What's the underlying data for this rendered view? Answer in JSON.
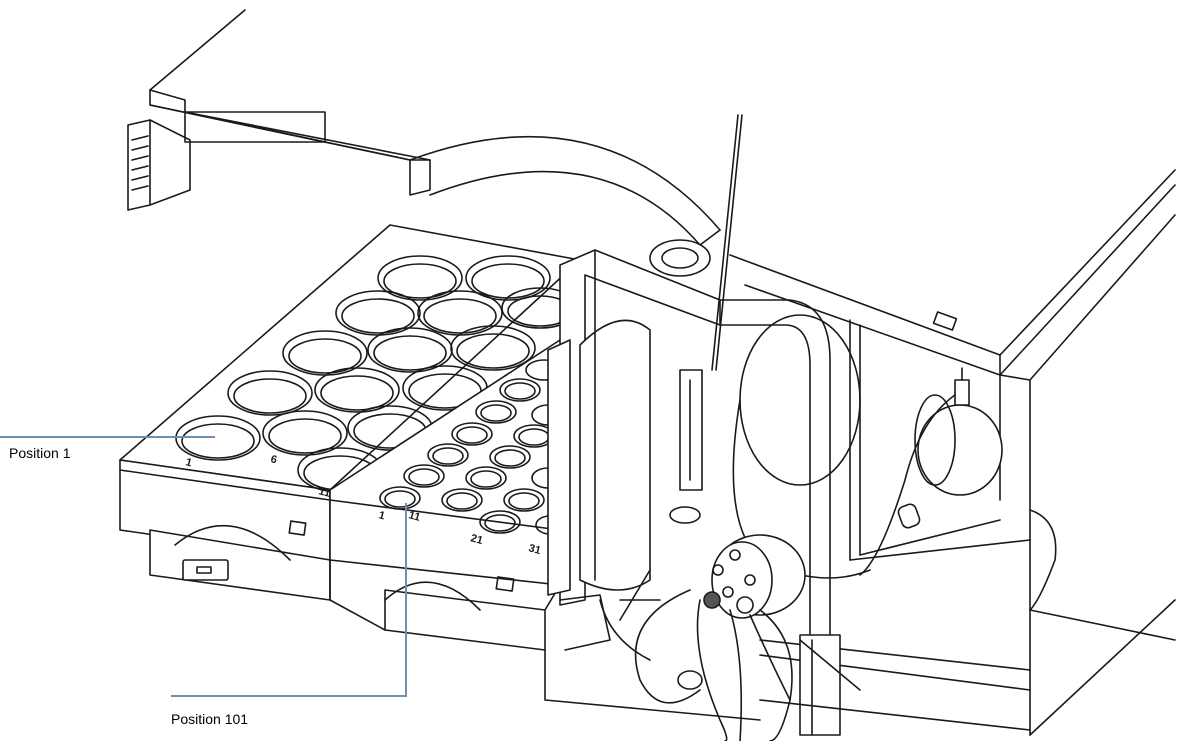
{
  "callouts": {
    "position_1": "Position 1",
    "position_101": "Position 101"
  },
  "tray_numbers": {
    "large": [
      "1",
      "6",
      "11"
    ],
    "small": [
      "1",
      "11",
      "21",
      "31"
    ]
  },
  "colors": {
    "line_art": "#1a1a1a",
    "callout_line": "#6d8fb0",
    "background": "#ffffff"
  }
}
